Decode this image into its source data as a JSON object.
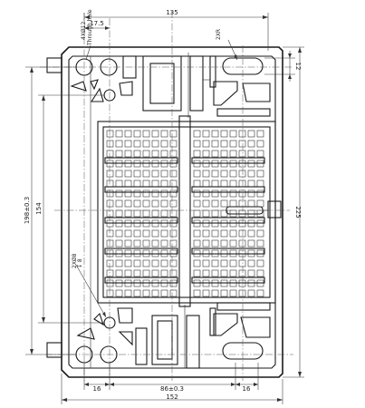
{
  "drawing": {
    "labels": {
      "overall_width": "135",
      "offset_left": "17.5",
      "hole_note_line1": "4XØ12",
      "hole_note_line2": "Through hole",
      "radius_note": "2XR",
      "slot_height": "12",
      "total_height": "225",
      "outer_height": "198±0.3",
      "inner_height": "154",
      "small_hole_note_line1": "2XØ8",
      "small_hole_note_line2": "↧ 8",
      "bottom_left_offset": "16",
      "hole_spacing": "86±0.3",
      "bottom_right_offset": "16",
      "bottom_width": "152"
    }
  }
}
